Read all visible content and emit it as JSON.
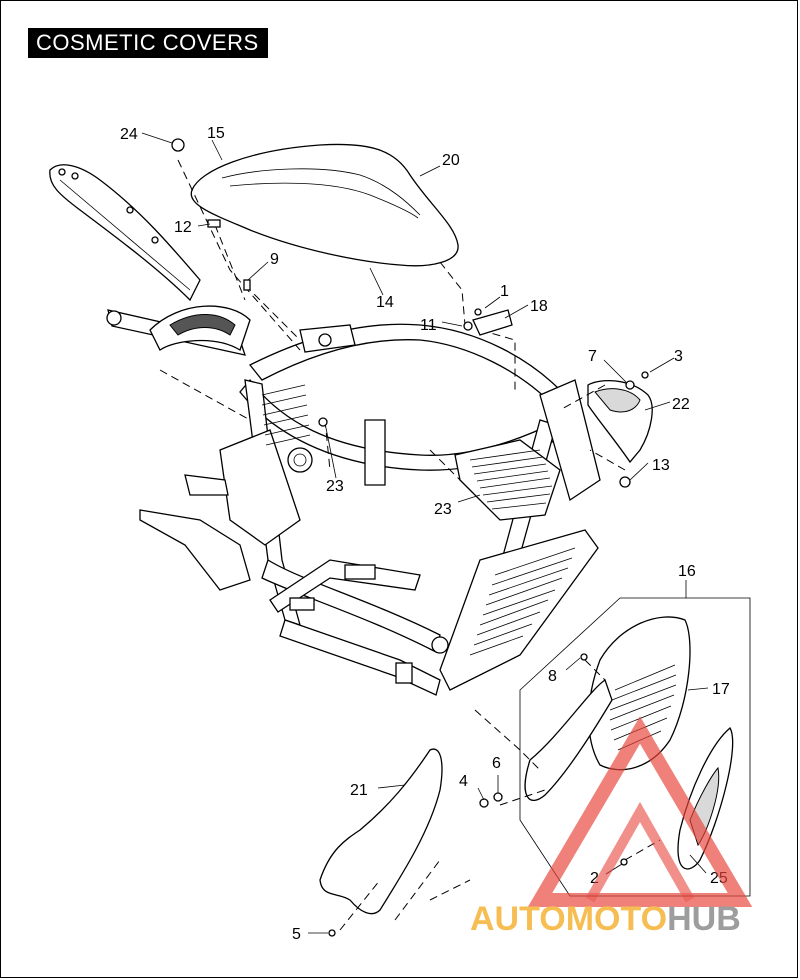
{
  "title": "COSMETIC COVERS",
  "callouts": [
    "1",
    "2",
    "3",
    "4",
    "5",
    "6",
    "7",
    "8",
    "9",
    "11",
    "12",
    "13",
    "14",
    "15",
    "16",
    "17",
    "18",
    "20",
    "21",
    "22",
    "23",
    "23",
    "24",
    "25"
  ],
  "watermark": {
    "part1": "AUTO",
    "part2": "MOTO",
    "part3": "HUB",
    "color_orange": "#f5b335",
    "color_red": "#e8463c",
    "color_gray": "#8c8c8c"
  },
  "colors": {
    "line": "#000000",
    "background": "#ffffff",
    "banner": "#000000"
  }
}
